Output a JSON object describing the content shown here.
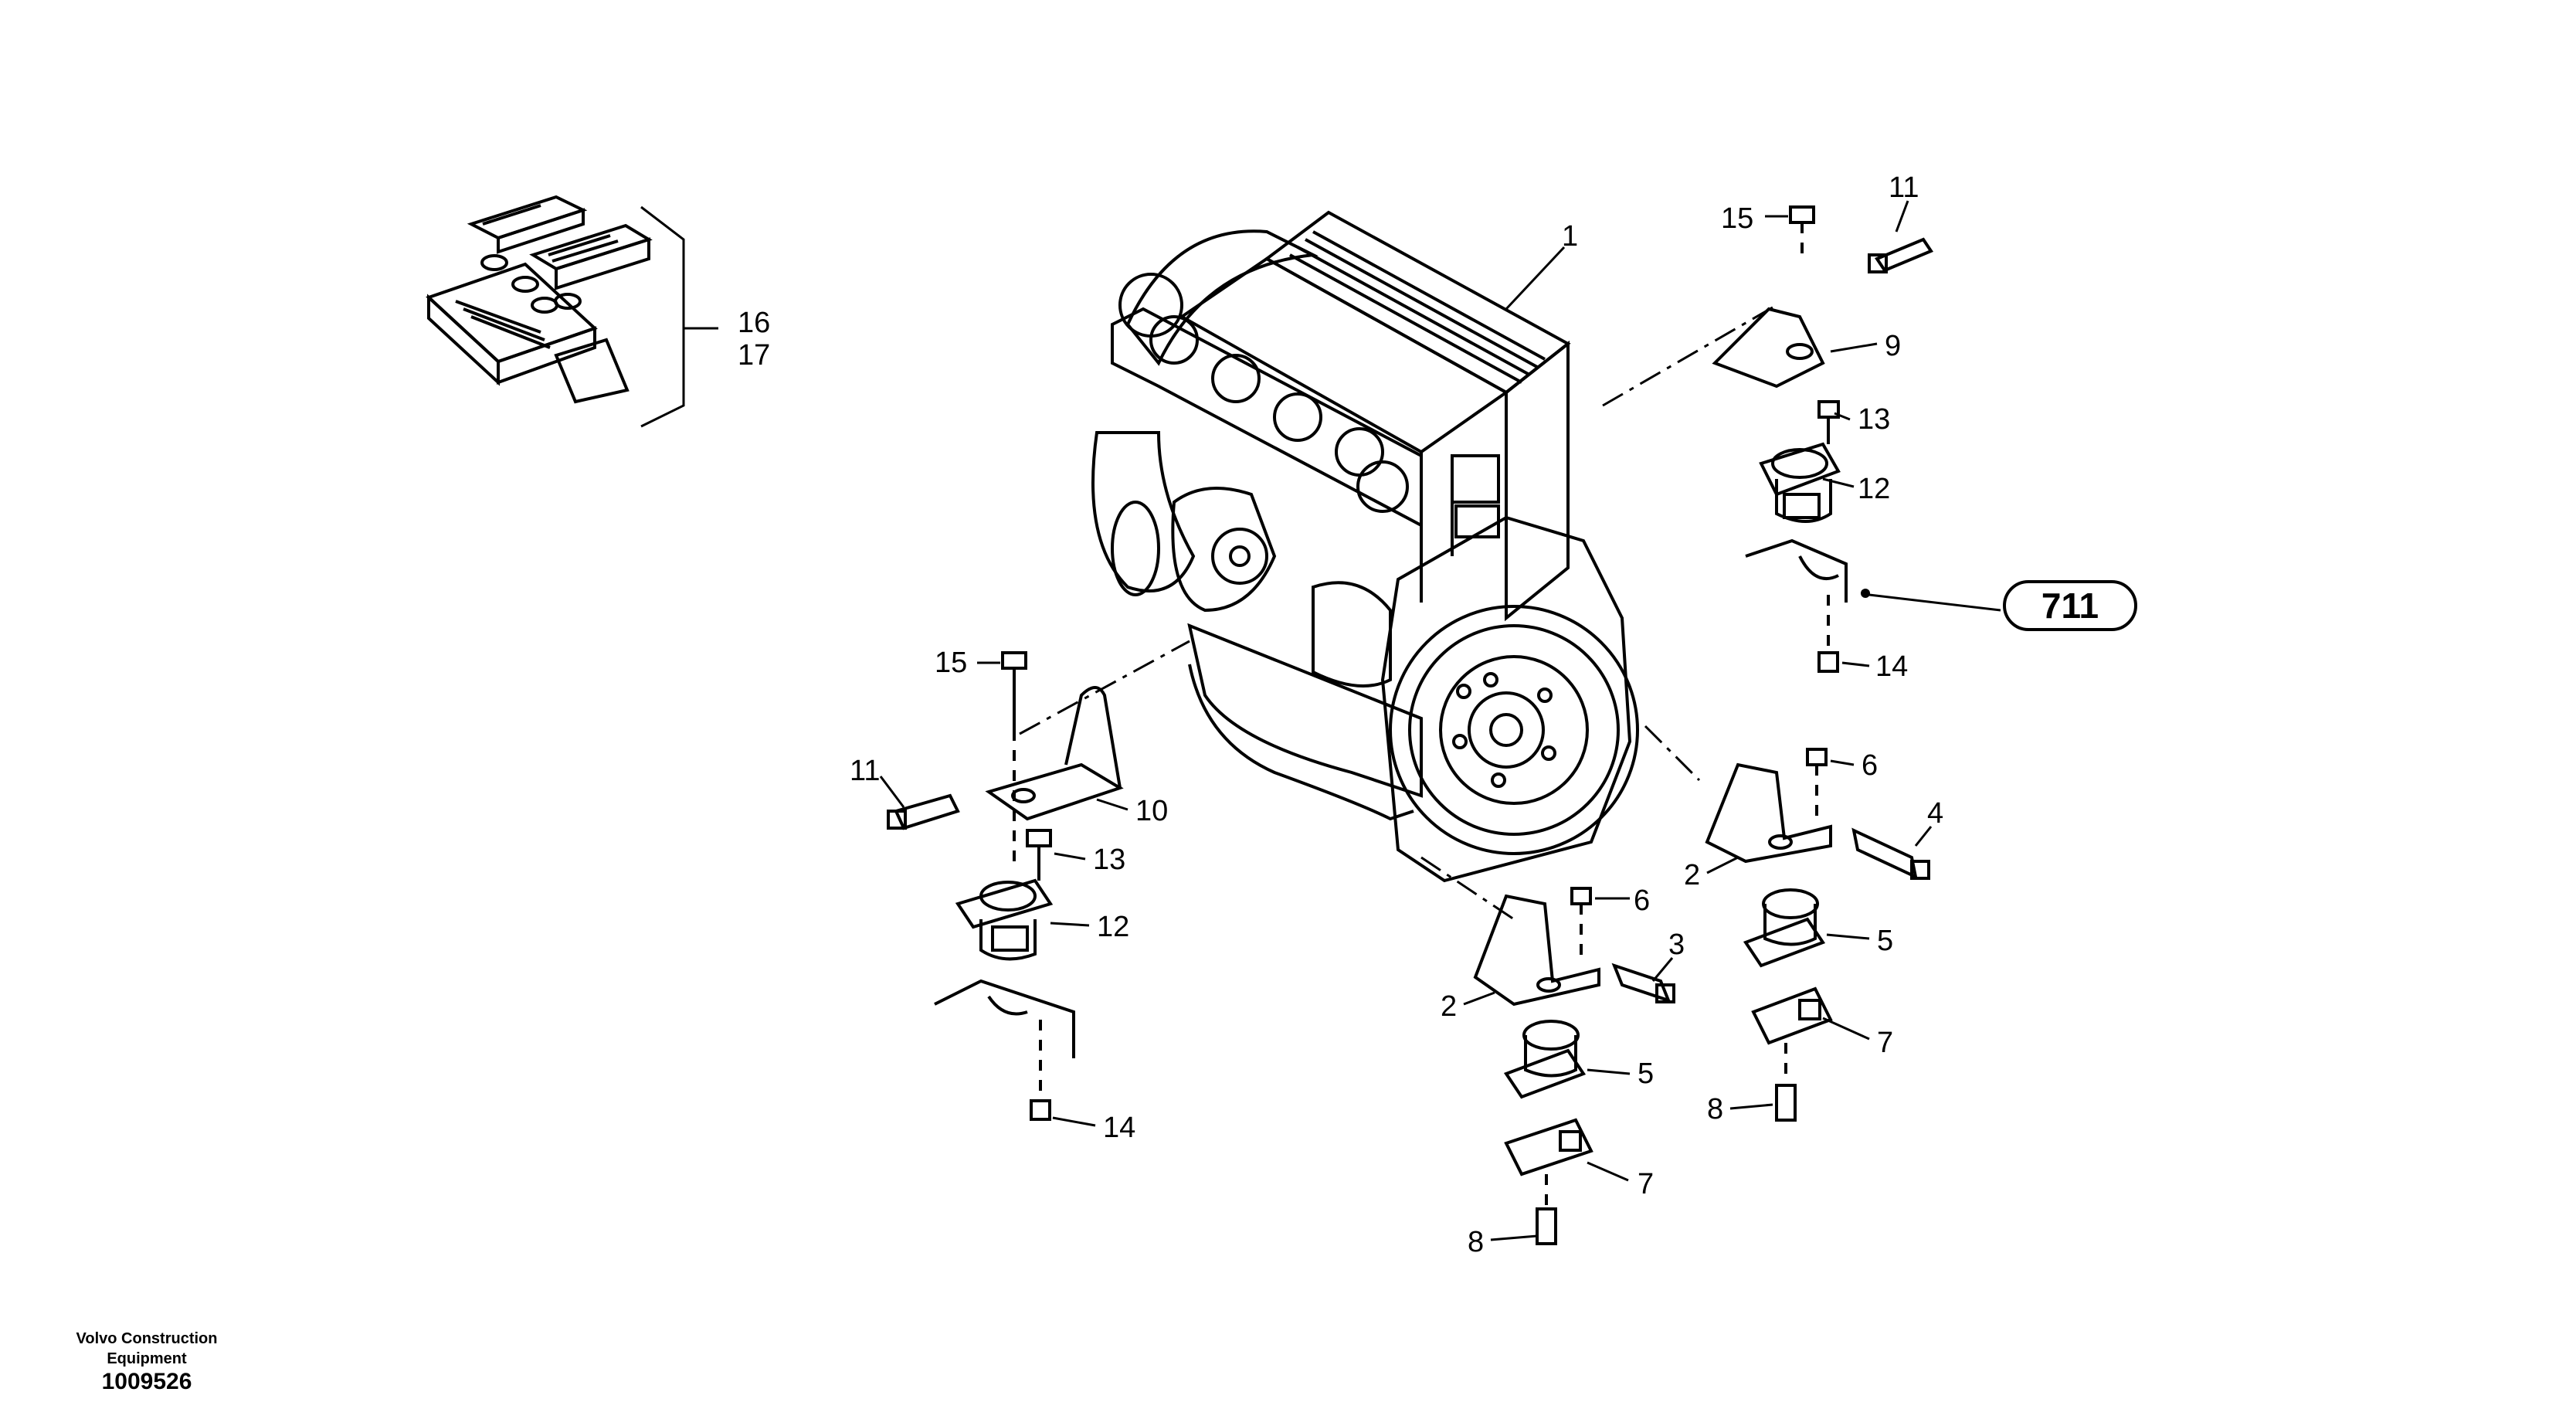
{
  "diagram": {
    "callouts": {
      "c1": "1",
      "c2a": "2",
      "c2b": "2",
      "c3": "3",
      "c4": "4",
      "c5a": "5",
      "c5b": "5",
      "c6a": "6",
      "c6b": "6",
      "c7a": "7",
      "c7b": "7",
      "c8a": "8",
      "c8b": "8",
      "c9": "9",
      "c10": "10",
      "c11a": "11",
      "c11b": "11",
      "c12a": "12",
      "c12b": "12",
      "c13a": "13",
      "c13b": "13",
      "c14a": "14",
      "c14b": "14",
      "c15a": "15",
      "c15b": "15",
      "c16": "16",
      "c17": "17"
    },
    "reference_box": "711"
  },
  "footer": {
    "brand_line1": "Volvo Construction",
    "brand_line2": "Equipment",
    "doc_number": "1009526"
  }
}
